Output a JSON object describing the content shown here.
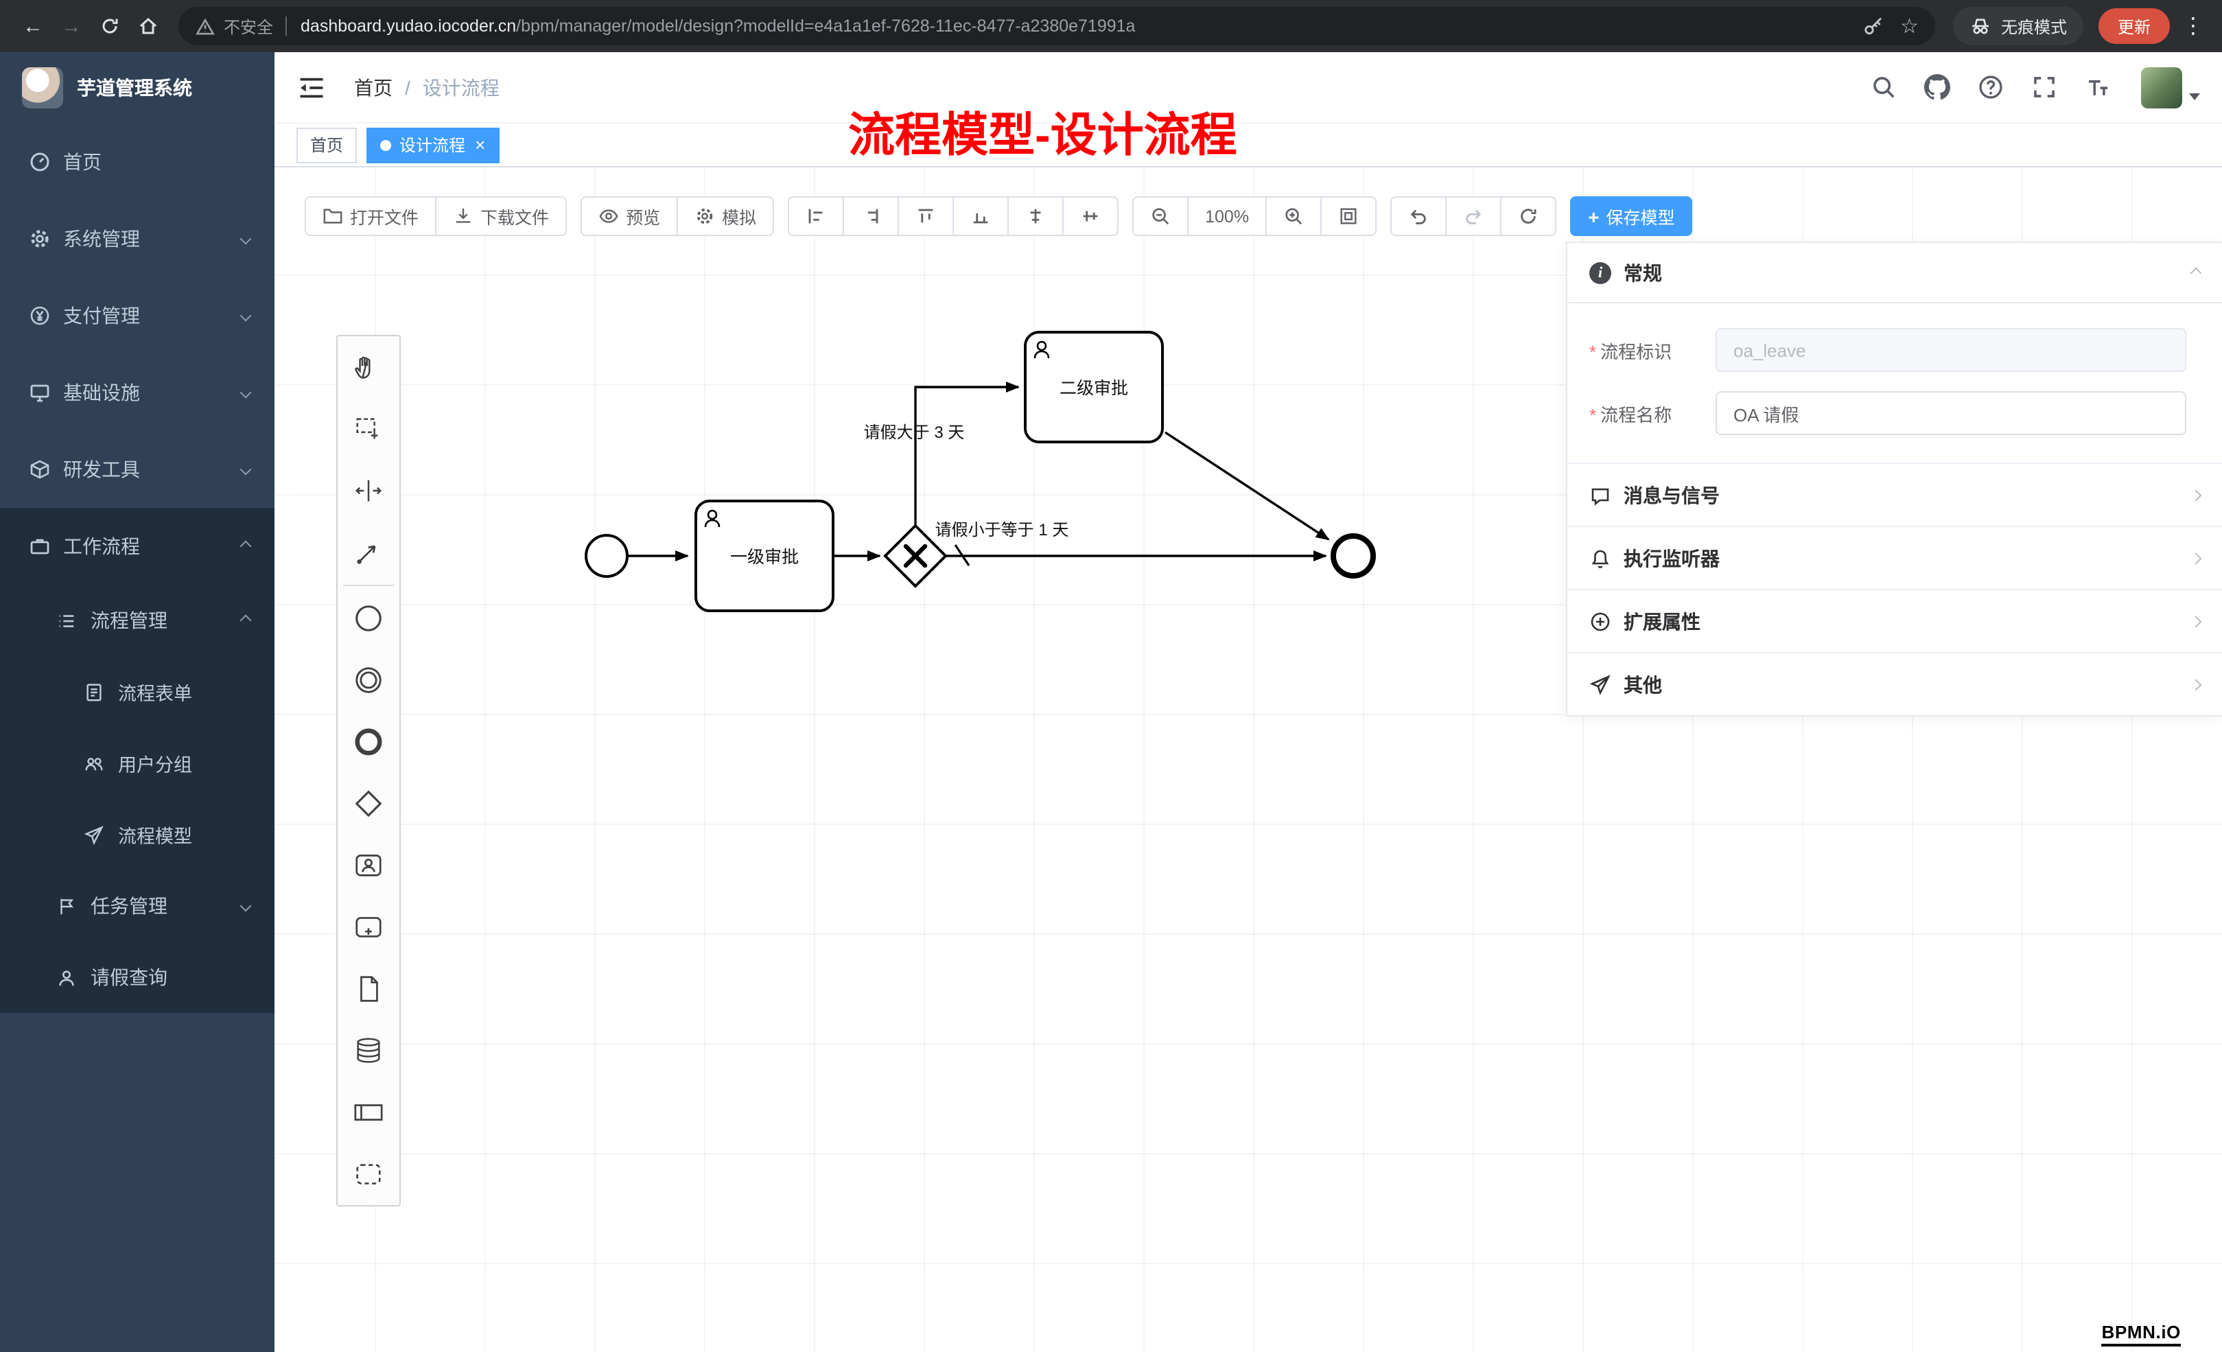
{
  "browser": {
    "security_label": "不安全",
    "url_host": "dashboard.yudao.iocoder.cn",
    "url_path": "/bpm/manager/model/design?modelId=e4a1a1ef-7628-11ec-8477-a2380e71991a",
    "incognito_label": "无痕模式",
    "update_label": "更新"
  },
  "sidebar": {
    "app_title": "芋道管理系统",
    "items": [
      {
        "label": "首页",
        "icon": "dashboard-icon"
      },
      {
        "label": "系统管理",
        "icon": "gear-icon",
        "expandable": true
      },
      {
        "label": "支付管理",
        "icon": "payment-icon",
        "expandable": true
      },
      {
        "label": "基础设施",
        "icon": "infrastructure-icon",
        "expandable": true
      },
      {
        "label": "研发工具",
        "icon": "devtools-icon",
        "expandable": true
      },
      {
        "label": "工作流程",
        "icon": "workflow-icon",
        "expandable": true,
        "expanded": true,
        "children": [
          {
            "label": "流程管理",
            "icon": "process-manage-icon",
            "expanded": true,
            "children": [
              {
                "label": "流程表单",
                "icon": "form-icon"
              },
              {
                "label": "用户分组",
                "icon": "user-group-icon"
              },
              {
                "label": "流程模型",
                "icon": "process-model-icon"
              }
            ]
          },
          {
            "label": "任务管理",
            "icon": "task-manage-icon",
            "expandable": true
          },
          {
            "label": "请假查询",
            "icon": "person-icon"
          }
        ]
      }
    ]
  },
  "header": {
    "breadcrumb": {
      "home": "首页",
      "separator": "/",
      "current": "设计流程"
    },
    "annotation": "流程模型-设计流程"
  },
  "tabs": [
    {
      "label": "首页",
      "active": false
    },
    {
      "label": "设计流程",
      "active": true,
      "closable": true
    }
  ],
  "toolbar": {
    "open_file": "打开文件",
    "download_file": "下载文件",
    "preview": "预览",
    "simulate": "模拟",
    "zoom_level": "100%",
    "save_model": "保存模型"
  },
  "diagram": {
    "nodes": {
      "task1": "一级审批",
      "task2": "二级审批"
    },
    "flows": {
      "gt3": "请假大于 3 天",
      "lte1": "请假小于等于 1 天"
    }
  },
  "panel": {
    "general": {
      "title": "常规",
      "fields": [
        {
          "label": "流程标识",
          "value": "oa_leave",
          "required": true,
          "disabled": true
        },
        {
          "label": "流程名称",
          "value": "OA 请假",
          "required": true,
          "disabled": false
        }
      ]
    },
    "sections": [
      {
        "title": "消息与信号",
        "icon": "message-icon"
      },
      {
        "title": "执行监听器",
        "icon": "bell-icon"
      },
      {
        "title": "扩展属性",
        "icon": "circle-plus-icon"
      },
      {
        "title": "其他",
        "icon": "send-icon"
      }
    ]
  },
  "watermark": "BPMN.iO",
  "colors": {
    "accent": "#409eff",
    "sidebar_bg": "#304156",
    "annotation": "#ff0000",
    "update_button": "#d8503f"
  }
}
